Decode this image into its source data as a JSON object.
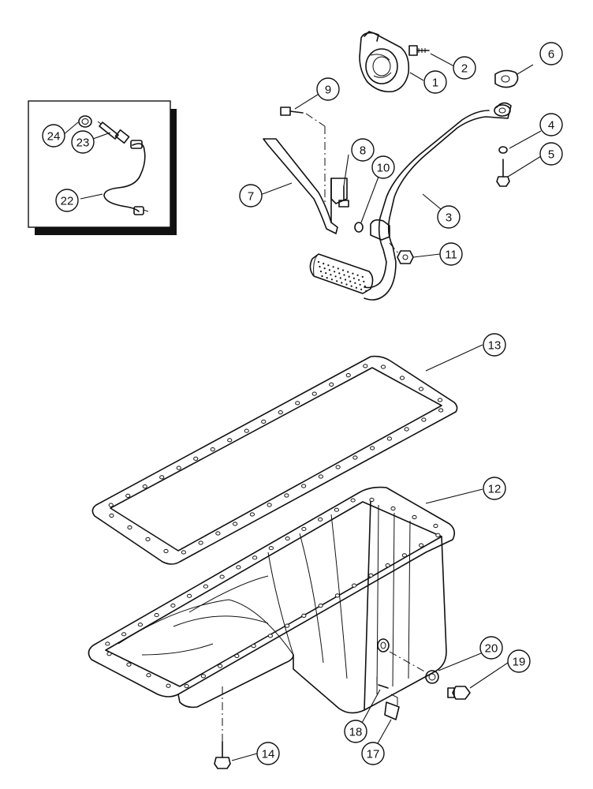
{
  "callouts": [
    {
      "id": "c1",
      "label": "1"
    },
    {
      "id": "c2",
      "label": "2"
    },
    {
      "id": "c3",
      "label": "3"
    },
    {
      "id": "c4",
      "label": "4"
    },
    {
      "id": "c5",
      "label": "5"
    },
    {
      "id": "c6",
      "label": "6"
    },
    {
      "id": "c7",
      "label": "7"
    },
    {
      "id": "c8",
      "label": "8"
    },
    {
      "id": "c9",
      "label": "9"
    },
    {
      "id": "c10",
      "label": "10"
    },
    {
      "id": "c11",
      "label": "11"
    },
    {
      "id": "c12",
      "label": "12"
    },
    {
      "id": "c13",
      "label": "13"
    },
    {
      "id": "c14",
      "label": "14"
    },
    {
      "id": "c17",
      "label": "17"
    },
    {
      "id": "c18",
      "label": "18"
    },
    {
      "id": "c19",
      "label": "19"
    },
    {
      "id": "c20",
      "label": "20"
    },
    {
      "id": "c22",
      "label": "22"
    },
    {
      "id": "c23",
      "label": "23"
    },
    {
      "id": "c24",
      "label": "24"
    }
  ],
  "colors": {
    "line": "#111111",
    "background": "#ffffff",
    "shadow": "#111111"
  }
}
